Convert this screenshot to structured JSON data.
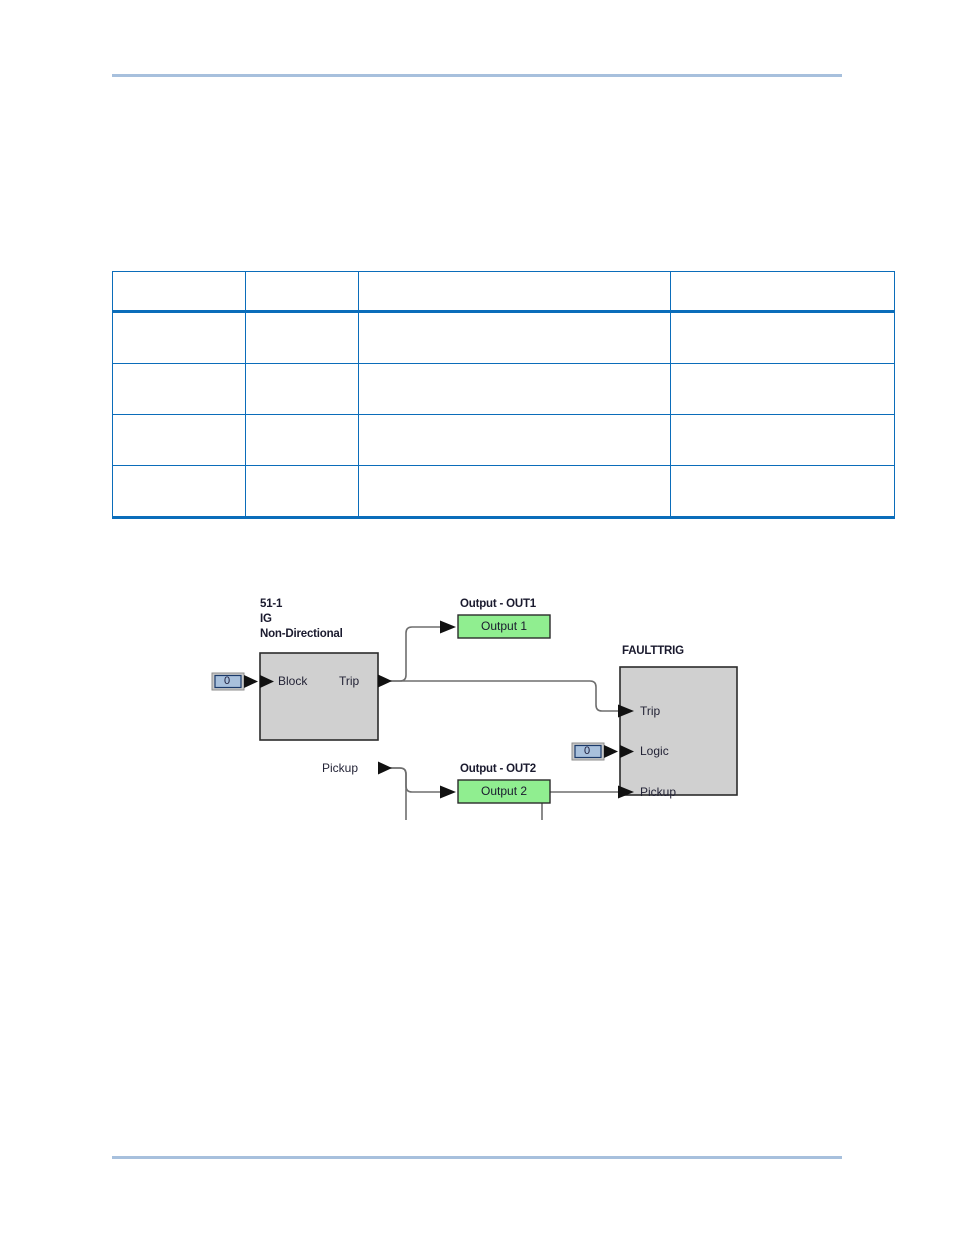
{
  "page": {
    "header_rule": true,
    "footer_rule": true
  },
  "table": {
    "columns": [
      "",
      "",
      "",
      ""
    ],
    "header": [
      "",
      "",
      "",
      ""
    ],
    "rows": [
      [
        "",
        "",
        "",
        ""
      ],
      [
        "",
        "",
        "",
        ""
      ],
      [
        "",
        "",
        "",
        ""
      ],
      [
        "",
        "",
        "",
        ""
      ]
    ]
  },
  "diagram": {
    "colors": {
      "block_fill": "#d0d0d0",
      "block_border": "#2b2b2b",
      "output_fill": "#90ee90",
      "output_border": "#2b2b2b",
      "tag_fill": "#a8c0dc",
      "tag_border": "#1a3a6b",
      "tag_frame": "#c8c8c8",
      "wire": "#6e6e6e",
      "label_text": "#1a1a2e"
    },
    "function_block": {
      "title_line1": "51-1",
      "title_line2": "IG",
      "title_line3": "Non-Directional",
      "input_port": "Block",
      "output_port_1": "Trip",
      "output_port_2": "Pickup",
      "input_tag_value": "0"
    },
    "output_out1": {
      "label": "Output - OUT1",
      "box_text": "Output 1"
    },
    "output_out2": {
      "label": "Output - OUT2",
      "box_text": "Output 2"
    },
    "faulttrig": {
      "title": "FAULTTRIG",
      "input_port_1": "Trip",
      "input_port_2": "Pickup",
      "input_port_3": "Logic",
      "logic_tag_value": "0"
    }
  }
}
